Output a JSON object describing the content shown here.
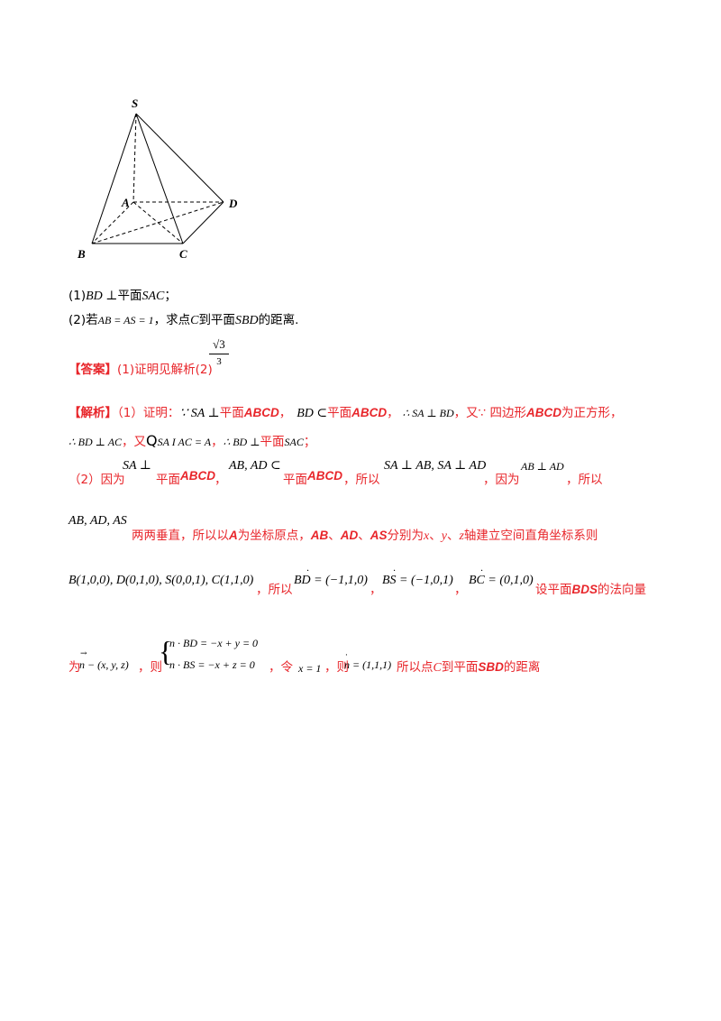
{
  "figure": {
    "vertices": {
      "S": "S",
      "A": "A",
      "B": "B",
      "C": "C",
      "D": "D"
    }
  },
  "questions": {
    "q1": {
      "num": "(1)",
      "expr": "BD ⊥",
      "plane": "平面",
      "name": "SAC",
      "end": "；"
    },
    "q2": {
      "num": "(2)若",
      "expr": "AB = AS = 1",
      "rest": "，求点",
      "pt": "C",
      "rest2": "到平面",
      "plane": "SBD",
      "rest3": "的距离."
    }
  },
  "answer": {
    "tag": "【答案】",
    "text": "(1)证明见解析(2)",
    "frac_num": "√3",
    "frac_den": "3"
  },
  "analysis": {
    "tag": "【解析】",
    "l1": {
      "a": "（1）证明：",
      "b": "∵ SA ⊥",
      "c": "平面",
      "d": "ABCD",
      "e": "，",
      "f": "BD ⊂",
      "g": "平面",
      "h": "ABCD",
      "i": "，",
      "j": "∴ SA ⊥ BD",
      "k": "，又∵ 四边形",
      "l": "ABCD",
      "m": "为正方形，"
    },
    "l2": {
      "a": "∴ BD ⊥ AC",
      "b": "，又",
      "c": "Q",
      "d": "SA I  AC = A",
      "e": "，",
      "f": "∴ BD ⊥",
      "g": "平面",
      "h": "SAC",
      "i": "；"
    },
    "l3": {
      "a": "（2）因为",
      "b": "SA ⊥",
      "c": "平面",
      "d": "ABCD",
      "e": "，",
      "f": "AB, AD ⊂",
      "g": "平面",
      "h": "ABCD",
      "i": "，所以",
      "j": "SA ⊥ AB, SA ⊥ AD",
      "k": "，因为",
      "l": "AB ⊥ AD",
      "m": "，所以"
    },
    "l4": {
      "a": "AB, AD, AS",
      "b": "两两垂直，所以以",
      "c": "A",
      "d": "为坐标原点，",
      "e": "AB",
      "f": "、",
      "g": "AD",
      "h": "、",
      "i": "AS",
      "j": "分别为",
      "k": "x",
      "l": "、",
      "m": "y",
      "n": "、",
      "o": "z",
      "p": "轴建立空间直角坐标系则"
    },
    "l5": {
      "a": "B(1,0,0), D(0,1,0), S(0,0,1), C(1,1,0)",
      "b": "，所以",
      "c": "BD = (−1,1,0)",
      "d": "，",
      "e": "BS = (−1,0,1)",
      "f": "，",
      "g": "BC = (0,1,0)",
      "h": "设平面",
      "i": "BDS",
      "j": "的法向量"
    },
    "l6": {
      "a": "为",
      "b": "n − (x, y, z)",
      "c": "，则",
      "sys1": "n · BD = −x + y = 0",
      "sys2": "n · BS = −x + z = 0",
      "d": "，令",
      "e": "x = 1",
      "f": "，则",
      "g": "n = (1,1,1)",
      "h": "所以点",
      "i": "C",
      "j": "到平面",
      "k": "SBD",
      "l": "的距离"
    }
  }
}
